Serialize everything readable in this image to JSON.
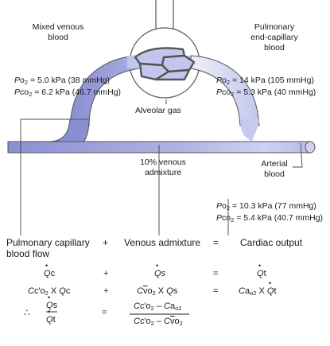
{
  "labels": {
    "mixed_venous": [
      "Mixed venous",
      "blood"
    ],
    "pulmonary_end_capillary": [
      "Pulmonary",
      "end-capillary",
      "blood"
    ],
    "alveolar_gas": "Alveolar gas",
    "venous_admixture_pct": [
      "10% venous",
      "admixture"
    ],
    "arterial_blood": [
      "Arterial",
      "blood"
    ]
  },
  "gas_values": {
    "mixed_venous_po2": "= 5.0 kPa (38 mmHg)",
    "mixed_venous_pco2": "= 6.2 kPa (46.7 mmHg)",
    "end_capillary_po2": "= 14 kPa (105 mmHg)",
    "end_capillary_pco2": "= 5.3 kPa (40 mmHg)",
    "arterial_po2": "= 10.3 kPa (77 mmHg)",
    "arterial_pco2": "= 5.4 kPa (40.7 mmHg)"
  },
  "equation": {
    "col1_heading": [
      "Pulmonary capillary",
      "blood flow"
    ],
    "col2_heading": "Venous admixture",
    "col3_heading": "Cardiac output",
    "plus": "+",
    "equals": "=",
    "therefore": "∴"
  },
  "colors": {
    "vessel_dark": "#8a8fd1",
    "vessel_mid": "#b6b9e6",
    "vessel_light": "#dcdef5",
    "outline": "#555555"
  }
}
